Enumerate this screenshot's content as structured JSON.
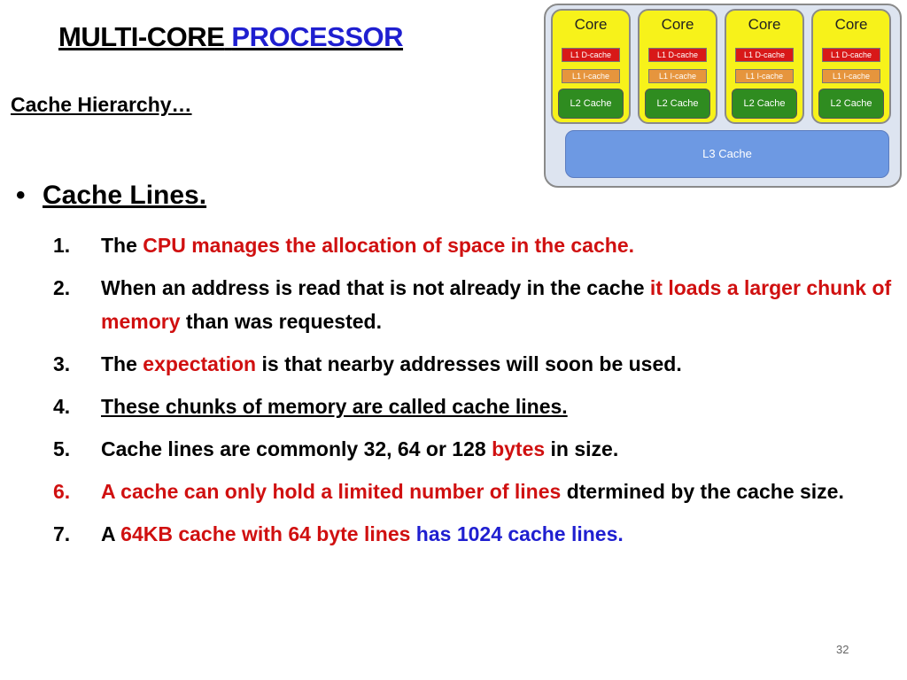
{
  "title": {
    "part1": "MULTI-CORE",
    "part2": "PROCESSOR"
  },
  "subtitle": "Cache Hierarchy…",
  "bullet": {
    "symbol": "•",
    "text": "Cache Lines."
  },
  "items": [
    {
      "num": "1.",
      "a": "The ",
      "b": "CPU manages the allocation of space in the cache."
    },
    {
      "num": "2.",
      "a": "When an address is read that is not already in the cache ",
      "b": "it loads a larger chunk of memory",
      "c": " than was requested."
    },
    {
      "num": "3.",
      "a": "The ",
      "b": "expectation",
      "c": " is that nearby addresses will soon be used."
    },
    {
      "num": "4.",
      "a": "These chunks of memory are called cache lines."
    },
    {
      "num": "5.",
      "a": "Cache lines are commonly 32, 64 or 128 ",
      "b": "bytes",
      "c": " in size."
    },
    {
      "num": "6.",
      "a": "A cache can only hold a limited number of lines",
      "b": " dtermined by the cache size."
    },
    {
      "num": "7.",
      "a": "A ",
      "b": "64KB cache with 64 byte lines",
      "c": " has 1024 cache lines."
    }
  ],
  "diagram": {
    "cores": [
      {
        "label": "Core",
        "l1d": "L1 D-cache",
        "l1i": "L1 I-cache",
        "l2": "L2 Cache"
      },
      {
        "label": "Core",
        "l1d": "L1 D-cache",
        "l1i": "L1 I-cache",
        "l2": "L2 Cache"
      },
      {
        "label": "Core",
        "l1d": "L1 D-cache",
        "l1i": "L1 I-cache",
        "l2": "L2 Cache"
      },
      {
        "label": "Core",
        "l1d": "L1 D-cache",
        "l1i": "L1 I-cache",
        "l2": "L2 Cache"
      }
    ],
    "l3": "L3 Cache"
  },
  "page_number": "32",
  "colors": {
    "red": "#d01010",
    "blue": "#1f1fd0",
    "core": "#f7f21a",
    "l1d": "#d81818",
    "l1i": "#e6953d",
    "l2": "#2f8c20",
    "l3": "#6d99e3"
  }
}
